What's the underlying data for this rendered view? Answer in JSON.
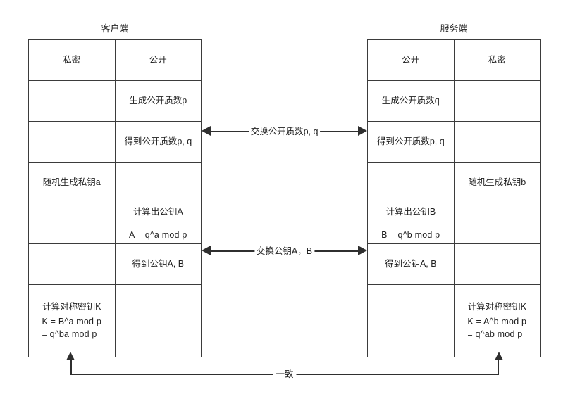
{
  "diagram": {
    "title_client": "客户端",
    "title_server": "服务端",
    "client_table": {
      "headers": [
        "私密",
        "公开"
      ],
      "rows": [
        {
          "private": "",
          "public": "生成公开质数p"
        },
        {
          "private": "",
          "public": "得到公开质数p, q"
        },
        {
          "private": "随机生成私钥a",
          "public": ""
        },
        {
          "private": "",
          "public": "计算出公钥A",
          "public_line2": "A = q^a mod p"
        },
        {
          "private": "",
          "public": "得到公钥A, B"
        },
        {
          "private": "计算对称密钥K",
          "private_line2": "K = B^a mod p",
          "private_line3": "= q^ba mod p",
          "public": ""
        }
      ]
    },
    "server_table": {
      "headers": [
        "公开",
        "私密"
      ],
      "rows": [
        {
          "public": "生成公开质数q",
          "private": ""
        },
        {
          "public": "得到公开质数p, q",
          "private": ""
        },
        {
          "public": "",
          "private": "随机生成私钥b"
        },
        {
          "public": "计算出公钥B",
          "public_line2": "B = q^b mod p",
          "private": ""
        },
        {
          "public": "得到公钥A, B",
          "private": ""
        },
        {
          "public": "",
          "private": "计算对称密钥K",
          "private_line2": "K = A^b mod p",
          "private_line3": "= q^ab mod p"
        }
      ]
    },
    "arrows": {
      "exchange_primes_label": "交换公开质数p, q",
      "exchange_keys_label": "交换公钥A，B",
      "consistency_label": "一致"
    },
    "colors": {
      "stroke": "#3b3b3b",
      "arrow": "#2f2f2f",
      "text": "#1f1f1f",
      "background": "#ffffff"
    }
  }
}
